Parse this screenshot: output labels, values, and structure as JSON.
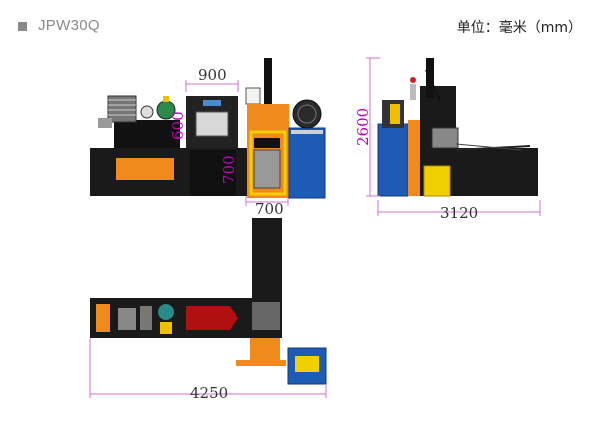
{
  "header": {
    "model": "JPW30Q",
    "unit_label": "单位：毫米（mm）"
  },
  "dimensions": {
    "front_top_width": "900",
    "front_panel_height": "600",
    "front_chute_height": "700",
    "front_chute_width": "700",
    "side_height": "2600",
    "side_length": "3120",
    "top_total_length": "4250"
  },
  "colors": {
    "machine_body": "#1a1a1a",
    "accent_orange": "#f08a1c",
    "motor_blue": "#1e5bb5",
    "bale_red": "#b01010",
    "dim_magenta": "#c000c0",
    "dim_line": "#d070d0"
  }
}
